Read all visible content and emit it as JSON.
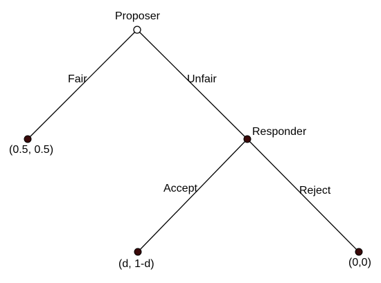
{
  "tree": {
    "root": {
      "label": "Proposer",
      "fill": "#ffffff"
    },
    "responder": {
      "label": "Responder",
      "fill": "#3a0a0a"
    },
    "edges": {
      "fair": "Fair",
      "unfair": "Unfair",
      "accept": "Accept",
      "reject": "Reject"
    },
    "payoffs": {
      "fair": "(0.5, 0.5)",
      "accept": "(d, 1-d)",
      "reject": "(0,0)"
    },
    "terminal_fill": "#3a0a0a"
  }
}
